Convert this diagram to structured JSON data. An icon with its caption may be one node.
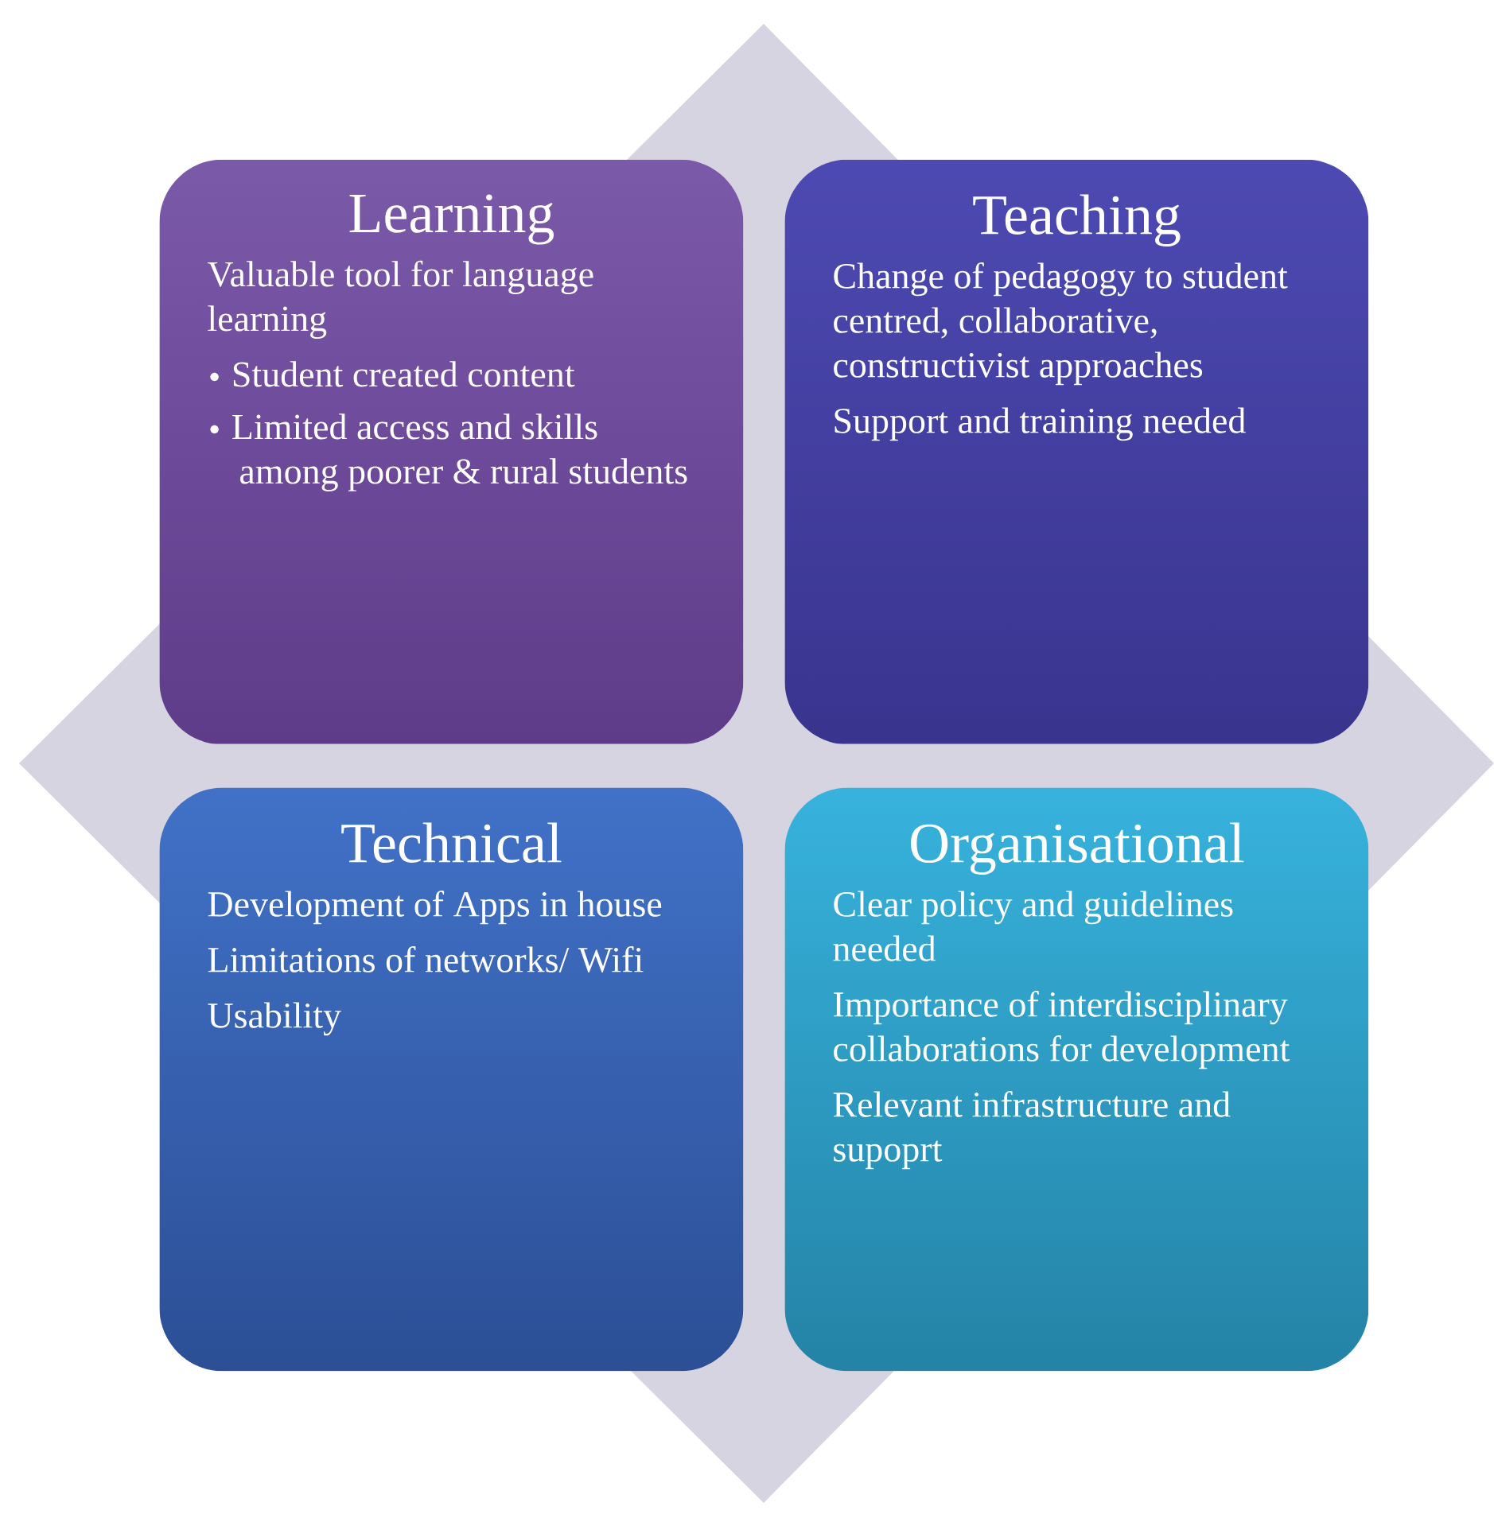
{
  "diagram": {
    "nodes": [
      {
        "text": [
          "Learning",
          "Valuable tool for language learning",
          "Student created content",
          "Limited access and skills among poorer & rural students"
        ]
      },
      {
        "text": [
          "Teaching",
          "Change of pedagogy to student centred, collaborative, constructivist approaches",
          "Support and training needed"
        ]
      },
      {
        "text": [
          "Technical",
          "Development of Apps in house",
          "Limitations of networks/ Wifi",
          "Usability"
        ]
      },
      {
        "text": [
          "Organisational",
          "Clear policy and guidelines needed",
          "Importance of interdisciplinary collaborations for development",
          "Relevant infrastructure and supoprt"
        ]
      }
    ]
  }
}
